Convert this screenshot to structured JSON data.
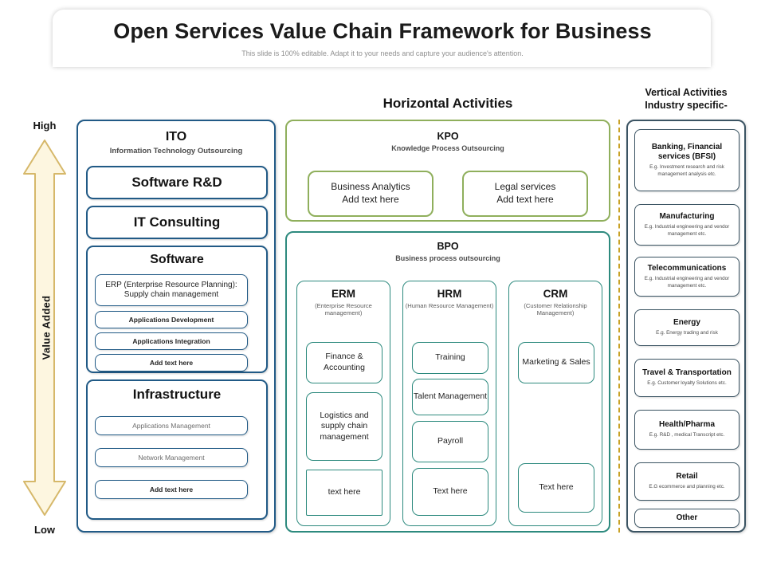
{
  "header": {
    "title": "Open Services Value Chain Framework for Business",
    "subtitle": "This slide is 100% editable. Adapt it to your needs and capture your audience's attention."
  },
  "axis": {
    "top_label": "High",
    "bottom_label": "Low",
    "axis_label": "Value Added",
    "arrow_fill": "#fdf6e0",
    "arrow_stroke": "#d6b86a"
  },
  "ito": {
    "title": "ITO",
    "subtitle": "Information Technology Outsourcing",
    "accent": "#215a86",
    "items": [
      {
        "label": "Software R&D",
        "type": "big"
      },
      {
        "label": "IT Consulting",
        "type": "big"
      }
    ],
    "software_group": {
      "title": "Software",
      "items": [
        "ERP (Enterprise Resource Planning): Supply chain management",
        "Applications Development",
        "Applications Integration",
        "Add text here"
      ]
    },
    "infrastructure_group": {
      "title": "Infrastructure",
      "items": [
        "Applications Management",
        "Network Management",
        "Add text here"
      ]
    }
  },
  "horizontal": {
    "label": "Horizontal Activities"
  },
  "kpo": {
    "title": "KPO",
    "subtitle": "Knowledge Process Outsourcing",
    "accent": "#8faf5c",
    "boxes": [
      "Business Analytics\nAdd text here",
      "Legal services\nAdd text here"
    ]
  },
  "bpo": {
    "title": "BPO",
    "subtitle": "Business process outsourcing",
    "accent": "#2d8a7e",
    "columns": [
      {
        "title": "ERM",
        "subtitle": "(Enterprise Resource management)",
        "items": [
          "Finance & Accounting",
          "Logistics and supply chain management",
          "text here"
        ]
      },
      {
        "title": "HRM",
        "subtitle": "(Human Resource Management)",
        "items": [
          "Training",
          "Talent Management",
          "Payroll",
          "Text here"
        ]
      },
      {
        "title": "CRM",
        "subtitle": "(Customer Relationship Management)",
        "items": [
          "Marketing & Sales",
          "Text here"
        ]
      }
    ]
  },
  "vertical": {
    "label": "Vertical Activities\nIndustry specific-",
    "accent": "#3b5463",
    "divider_color": "#c9a227",
    "items": [
      {
        "title": "Banking, Financial services  (BFSI)",
        "sub": "E.g. Investment research and risk management analysis etc."
      },
      {
        "title": "Manufacturing",
        "sub": "E.g. Industrial engineering and vendor management etc."
      },
      {
        "title": "Telecommunications",
        "sub": "E.g. Industrial engineering and vendor management etc."
      },
      {
        "title": "Energy",
        "sub": "E.g. Energy trading and risk"
      },
      {
        "title": "Travel & Transportation",
        "sub": "E.g. Customer loyalty Solutions etc."
      },
      {
        "title": "Health/Pharma",
        "sub": "E.g. R&D , medical Transcript etc."
      },
      {
        "title": "Retail",
        "sub": "E.G ecommerce and planning etc."
      },
      {
        "title": "Other",
        "sub": ""
      }
    ]
  }
}
